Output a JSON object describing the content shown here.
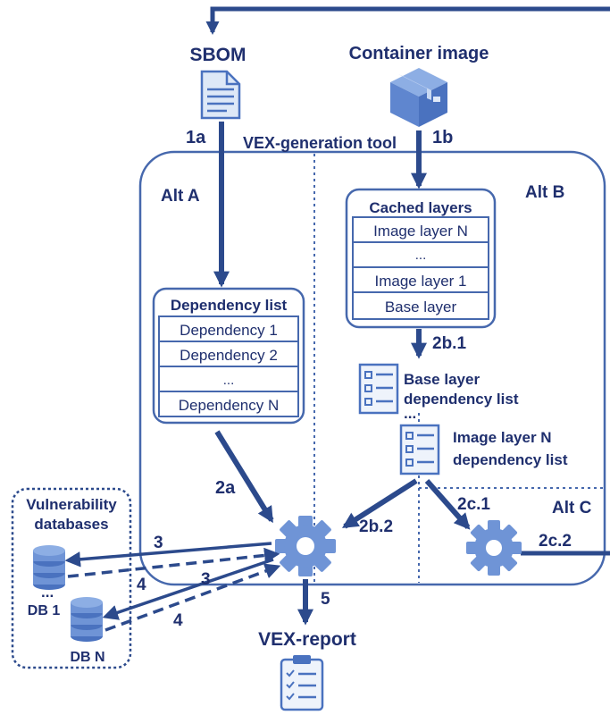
{
  "inputs": {
    "sbom_label": "SBOM",
    "container_label": "Container image",
    "tool_label": "VEX-generation tool"
  },
  "alternatives": {
    "a": "Alt A",
    "b": "Alt B",
    "c": "Alt C"
  },
  "cached_layers": {
    "title": "Cached layers",
    "rows": [
      "Image layer N",
      "...",
      "Image layer 1",
      "Base layer"
    ]
  },
  "dependency_list": {
    "title": "Dependency list",
    "rows": [
      "Dependency 1",
      "Dependency 2",
      "...",
      "Dependency N"
    ]
  },
  "layer_lists": {
    "base_line1": "Base layer",
    "base_line2": "dependency list",
    "ellipsis": "...",
    "image_line1": "Image layer N",
    "image_line2": "dependency list"
  },
  "step_labels": {
    "s1a": "1a",
    "s1b": "1b",
    "s2a": "2a",
    "s2b1": "2b.1",
    "s2b2": "2b.2",
    "s2c1": "2c.1",
    "s2c2": "2c.2",
    "s3a": "3",
    "s3b": "3",
    "s4a": "4",
    "s4b": "4",
    "s5": "5"
  },
  "vulnerability_databases": {
    "title_line1": "Vulnerability",
    "title_line2": "databases",
    "db1": "DB 1",
    "ellipsis": "...",
    "dbn": "DB N"
  },
  "output": {
    "report_label": "VEX-report"
  },
  "colors": {
    "navy": "#1f2f6e",
    "arrow": "#2c4a8c",
    "frame": "#4668ad",
    "fill": "#d8e4f4",
    "icon": "#6f94d6"
  }
}
